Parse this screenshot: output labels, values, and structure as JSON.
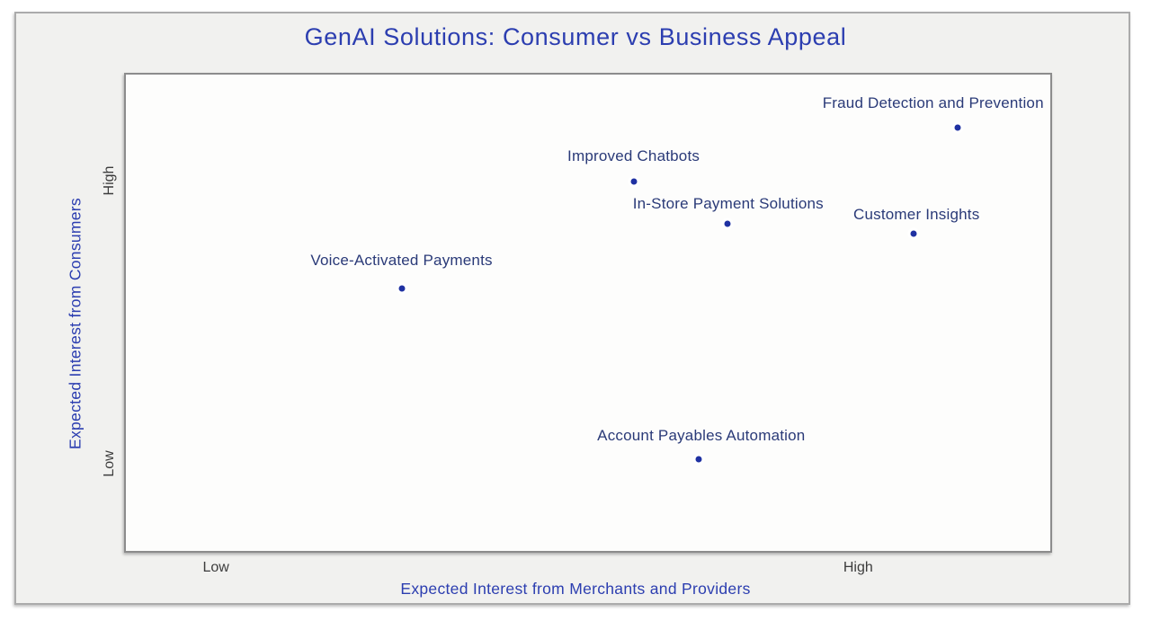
{
  "chart_data": {
    "type": "scatter",
    "title": "GenAI Solutions: Consumer vs Business Appeal",
    "xlabel": "Expected Interest from Merchants and Providers",
    "ylabel": "Expected Interest from Consumers",
    "axis_scale": "qualitative (Low to High), no gridlines, no legend",
    "xlim": [
      "Low",
      "High"
    ],
    "ylim": [
      "Low",
      "High"
    ],
    "x_ticks": [
      {
        "label": "Low",
        "pos": 0.099
      },
      {
        "label": "High",
        "pos": 0.791
      }
    ],
    "y_ticks": [
      {
        "label": "High",
        "pos": 0.775
      },
      {
        "label": "Low",
        "pos": 0.185
      }
    ],
    "points": [
      {
        "label": "Fraud Detection and Prevention",
        "x": 0.898,
        "y": 0.886,
        "label_dx": -27,
        "label_dy": -27
      },
      {
        "label": "Improved Chatbots",
        "x": 0.549,
        "y": 0.773,
        "label_dx": 0,
        "label_dy": -28
      },
      {
        "label": "In-Store Payment Solutions",
        "x": 0.65,
        "y": 0.685,
        "label_dx": 1,
        "label_dy": -22
      },
      {
        "label": "Customer Insights",
        "x": 0.851,
        "y": 0.665,
        "label_dx": 3,
        "label_dy": -21
      },
      {
        "label": "Voice-Activated Payments",
        "x": 0.299,
        "y": 0.551,
        "label_dx": 0,
        "label_dy": -31
      },
      {
        "label": "Account Payables Automation",
        "x": 0.619,
        "y": 0.195,
        "label_dx": 3,
        "label_dy": -26
      }
    ],
    "colors": {
      "title": "#2C3EB0",
      "axis_title": "#2C3EB0",
      "point_label": "#2A3A78",
      "dot": "#1F31A2",
      "tick": "#3C3C3C",
      "panel_bg": "#F1F1EF",
      "plot_bg": "#FDFDFC",
      "plot_border": "#8C8C8C",
      "panel_border": "#ABABAB"
    }
  }
}
